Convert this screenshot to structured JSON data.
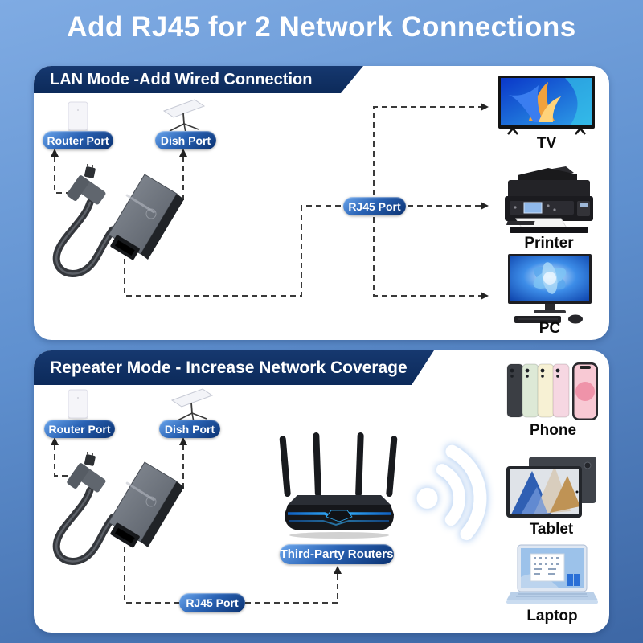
{
  "title": "Add RJ45 for 2 Network Connections",
  "panel1": {
    "header": "LAN Mode -Add Wired Connection",
    "pills": {
      "router": "Router Port",
      "dish": "Dish Port",
      "rj45": "RJ45 Port"
    },
    "devices": [
      {
        "label": "TV"
      },
      {
        "label": "Printer"
      },
      {
        "label": "PC"
      }
    ]
  },
  "panel2": {
    "header": "Repeater Mode - Increase Network Coverage",
    "pills": {
      "router": "Router Port",
      "dish": "Dish Port",
      "rj45": "RJ45 Port",
      "third_party": "Third-Party Routers"
    },
    "devices": [
      {
        "label": "Phone"
      },
      {
        "label": "Tablet"
      },
      {
        "label": "Laptop"
      }
    ]
  },
  "colors": {
    "background_top": "#7fabe3",
    "background_bottom": "#3d67a5",
    "banner_navy": "#0f2f63",
    "pill_start": "#6ba6ec",
    "pill_end": "#0a3170",
    "dashed_line": "#3a3a3a",
    "wifi_glow": "#9cc0ee",
    "router_led": "#35b4ff"
  }
}
